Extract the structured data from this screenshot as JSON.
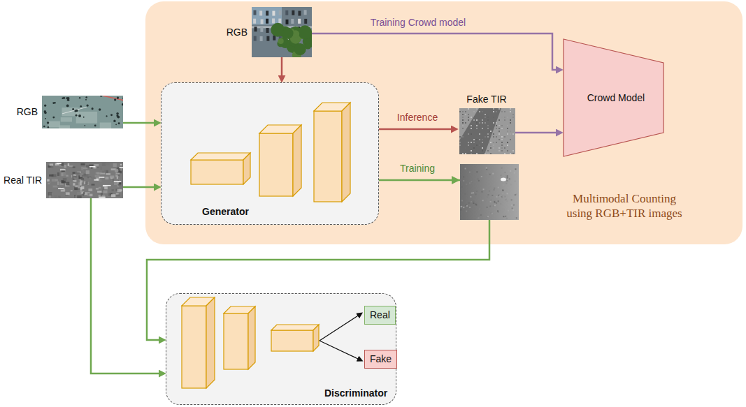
{
  "diagram": {
    "nodes": [
      {
        "text": [
          "Multimodal Counting using RGB+TIR images"
        ]
      },
      {
        "text": [
          "RGB"
        ],
        "in": 0
      },
      {
        "text": [
          "RGB"
        ]
      },
      {
        "text": [
          "Real TIR"
        ]
      },
      {
        "text": [
          "Generator"
        ],
        "in": 0
      },
      {
        "text": [
          "Fake TIR"
        ],
        "in": 0
      },
      {
        "text": [
          "Crowd Model"
        ],
        "in": 0
      },
      {
        "text": [
          "Discriminator"
        ]
      },
      {
        "text": [
          "Real"
        ],
        "in": 7
      },
      {
        "text": [
          "Fake"
        ],
        "in": 7
      }
    ],
    "edges": [
      {
        "from": 1,
        "to": 6,
        "label": "Training Crowd model",
        "arrow": "to"
      },
      {
        "from": 1,
        "to": 4,
        "arrow": "to"
      },
      {
        "from": 2,
        "to": 4,
        "arrow": "to"
      },
      {
        "from": 3,
        "to": 4,
        "arrow": "to"
      },
      {
        "from": 4,
        "to": 5,
        "label": "Inference",
        "arrow": "to"
      },
      {
        "from": 4,
        "to": 7,
        "label": "Training",
        "arrow": "to"
      },
      {
        "from": 5,
        "to": 6,
        "arrow": "to"
      },
      {
        "from": 3,
        "to": 7,
        "arrow": "to"
      }
    ]
  }
}
